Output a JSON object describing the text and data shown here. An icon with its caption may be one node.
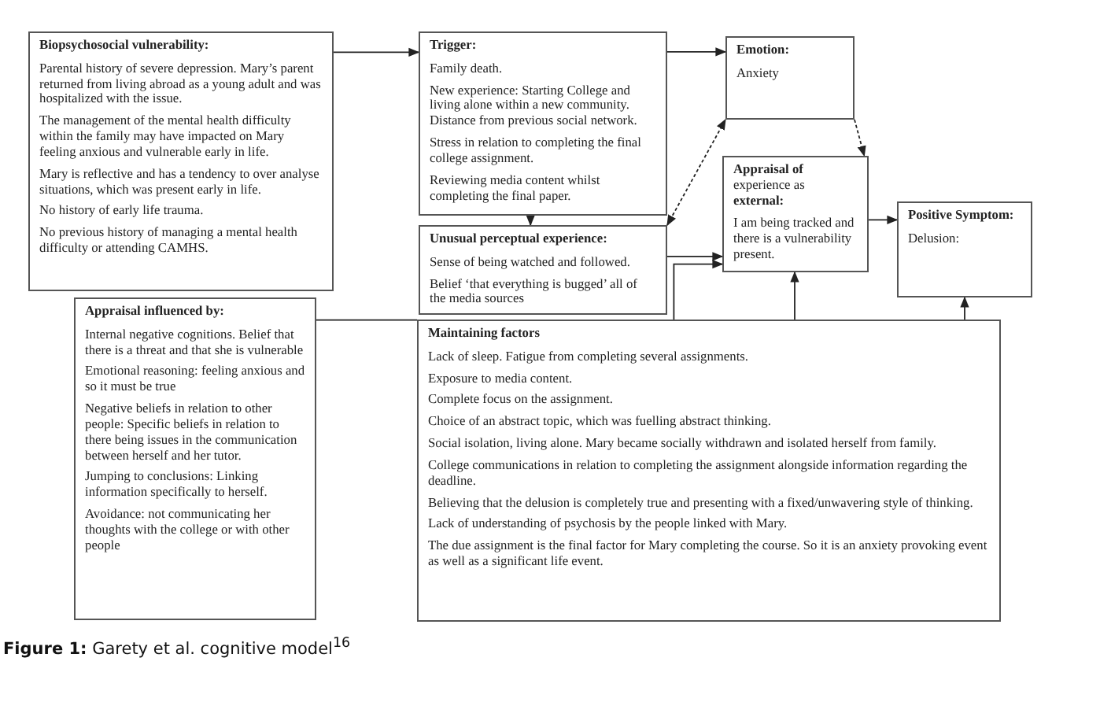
{
  "diagram": {
    "caption": "**Figure 1:** Garety et al. cognitive model$^{16}$",
    "nodes": [
      {
        "text": [
          "Biopsychosocial vulnerability:",
          "Parental history of severe depression. Mary’s parent returned from living abroad as a young adult and was hospitalized with the issue.",
          "The management of the mental health difficulty within the family may have impacted on Mary feeling anxious and vulnerable early in life.",
          "Mary is reflective and has a tendency to over analyse situations, which was present early in life.",
          "No history of early life trauma.",
          "No previous history of managing a mental health difficulty or attending CAMHS."
        ]
      },
      {
        "text": [
          "Trigger:",
          "Family death.",
          "New experience: Starting College and living alone within a new community. Distance from previous social network.",
          "Stress in relation to completing the final college assignment.",
          "Reviewing media content whilst completing the final paper."
        ]
      },
      {
        "text": [
          "Unusual perceptual experience:",
          "Sense of being watched and followed.",
          "Belief ‘that everything is bugged’ all of the media sources"
        ]
      },
      {
        "text": [
          "Emotion:",
          "Anxiety"
        ]
      },
      {
        "text": [
          "**Appraisal of** experience as **external:**",
          "I am being tracked and there is a vulnerability present."
        ]
      },
      {
        "text": [
          "Positive Symptom:",
          "Delusion:"
        ]
      },
      {
        "text": [
          "Appraisal influenced by:",
          "Internal negative cognitions. Belief that there is a threat and that she is vulnerable",
          "Emotional reasoning: feeling anxious and so it must be true",
          "Negative beliefs in relation to other people: Specific beliefs in relation to there being issues in the communication between herself and her tutor.",
          "Jumping to conclusions: Linking information specifically to herself.",
          "Avoidance: not communicating her thoughts with the college or with other people"
        ]
      },
      {
        "text": [
          "Maintaining factors",
          "Lack of sleep. Fatigue from completing several assignments.",
          "Exposure to media content.",
          "Complete focus on the assignment.",
          "Choice of an abstract topic, which was fuelling abstract thinking.",
          "Social isolation, living alone. Mary became socially withdrawn and isolated herself from family.",
          "College communications in relation to completing the assignment alongside information regarding the deadline.",
          "Believing that the delusion is completely true and presenting with a fixed/unwavering style of thinking.",
          "Lack of understanding of psychosis by the people linked with Mary.",
          "The due assignment is the final factor for Mary completing the course. So it is an anxiety provoking event as well as a significant life event."
        ]
      }
    ],
    "edges": [
      {
        "from": 0,
        "to": 1,
        "arrow": "to"
      },
      {
        "from": 1,
        "to": 3,
        "arrow": "to"
      },
      {
        "from": 1,
        "to": 2,
        "arrow": "to"
      },
      {
        "from": 2,
        "to": 3,
        "arrow": "both",
        "style": "dashed"
      },
      {
        "from": 3,
        "to": 4,
        "arrow": "to",
        "style": "dashed"
      },
      {
        "from": 2,
        "to": 4,
        "arrow": "to"
      },
      {
        "from": 7,
        "to": 4,
        "arrow": "to"
      },
      {
        "from": 7,
        "to": 4,
        "arrow": "to"
      },
      {
        "from": 7,
        "to": 5,
        "arrow": "to"
      },
      {
        "from": 4,
        "to": 5,
        "arrow": "to"
      },
      {
        "from": 6,
        "to": 7,
        "arrow": "none"
      }
    ]
  }
}
